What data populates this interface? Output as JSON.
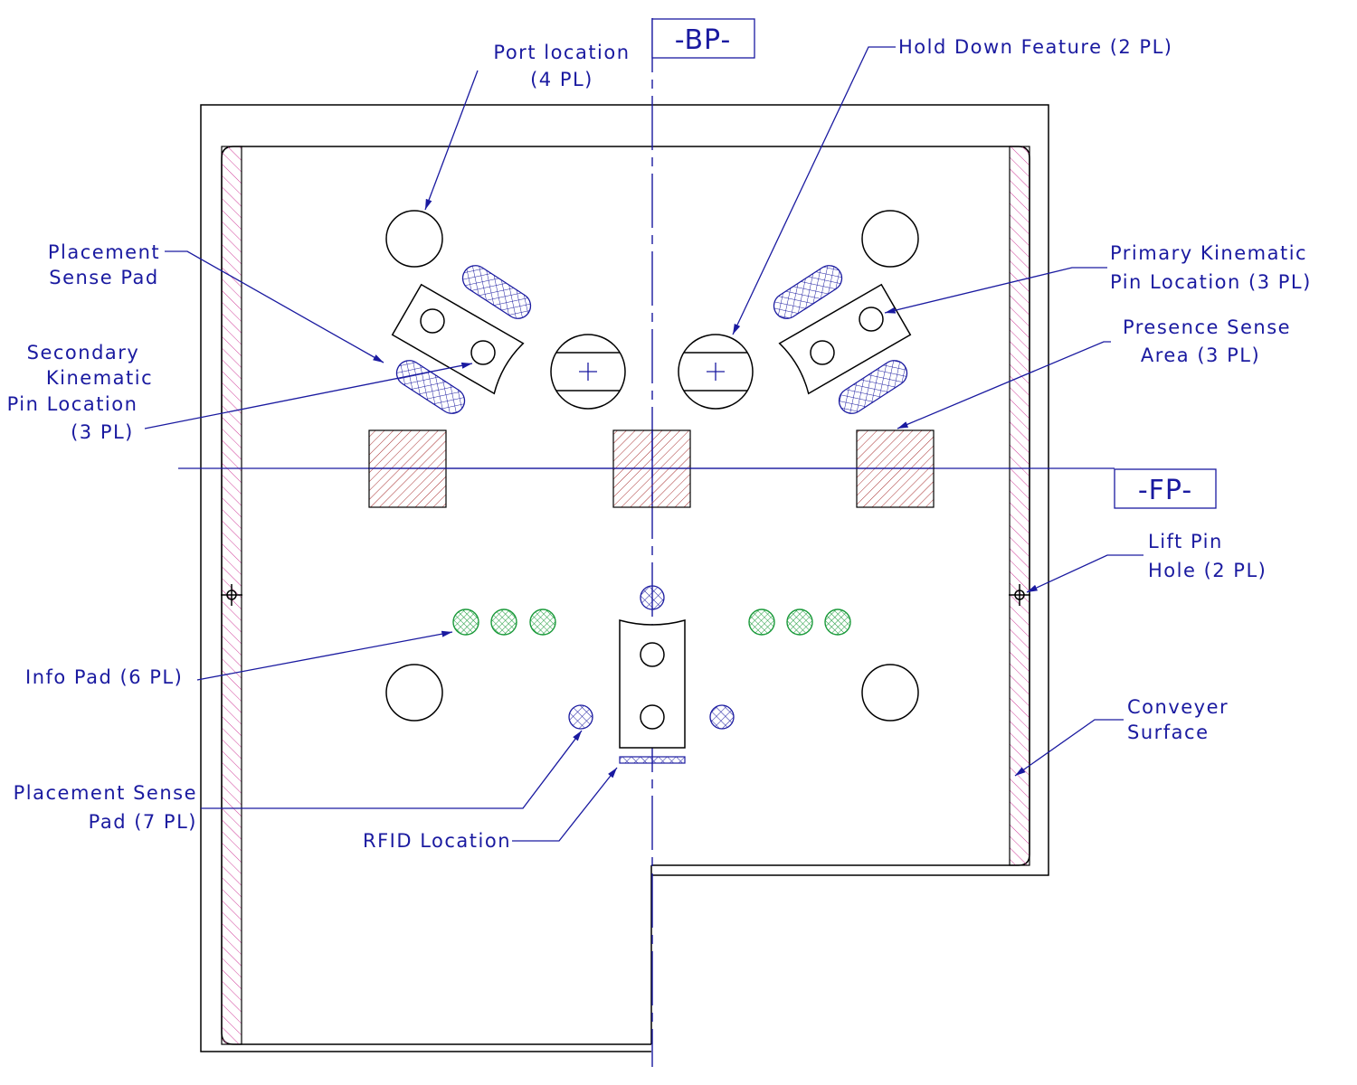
{
  "datums": {
    "bp": "-BP-",
    "fp": "-FP-"
  },
  "labels": {
    "port_location": [
      "Port location",
      "(4 PL)"
    ],
    "hold_down": [
      "Hold Down Feature (2 PL)"
    ],
    "placement_sense_pad": [
      "Placement",
      "Sense Pad"
    ],
    "primary_kinematic": [
      "Primary Kinematic",
      "Pin Location (3 PL)"
    ],
    "presence_sense": [
      "Presence Sense",
      "Area (3 PL)"
    ],
    "secondary_kinematic": [
      "Secondary",
      "Kinematic",
      "Pin Location",
      "(3 PL)"
    ],
    "lift_pin": [
      "Lift Pin",
      "Hole (2 PL)"
    ],
    "info_pad": [
      "Info Pad (6 PL)"
    ],
    "conveyer": [
      "Conveyer",
      "Surface"
    ],
    "placement_sense_7": [
      "Placement Sense",
      "Pad (7 PL)"
    ],
    "rfid": [
      "RFID Location"
    ]
  },
  "colors": {
    "line": "#1a1aa0",
    "outline": "#000000",
    "conveyer_hatch": "#d0409a",
    "presence_hatch": "#a83030",
    "info_pad": "#1a9a3a",
    "crosshatch": "#1a1aa0"
  }
}
